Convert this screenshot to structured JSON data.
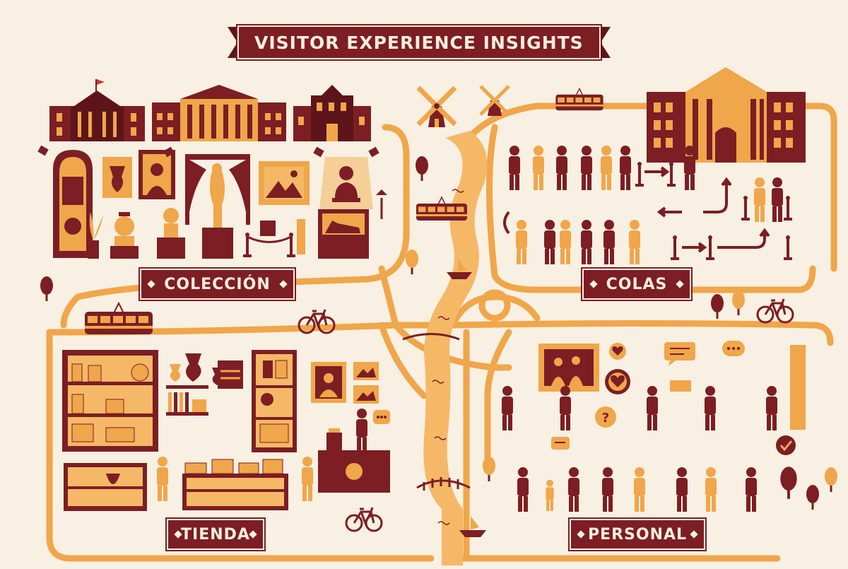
{
  "title": "VISITOR EXPERIENCE INSIGHTS",
  "sections": {
    "coleccion": "COLECCIÓN",
    "colas": "COLAS",
    "tienda": "TIENDA",
    "personal": "PERSONAL"
  },
  "colors": {
    "background": "#f8f0e2",
    "maroon": "#7c1e23",
    "dark_maroon": "#5e1519",
    "orange": "#f0a64a",
    "light_orange": "#f5b867"
  },
  "icons": [
    "museum-building-icon",
    "windmill-icon",
    "tram-icon",
    "bicycle-icon",
    "boat-icon",
    "bridge-icon",
    "tree-icon",
    "speech-bubble-icon",
    "heart-icon",
    "question-icon",
    "checkmark-icon",
    "arrow-icon",
    "stanchion-icon",
    "statue-icon",
    "vase-icon",
    "painting-icon",
    "shelf-icon",
    "counter-icon",
    "person-icon"
  ]
}
